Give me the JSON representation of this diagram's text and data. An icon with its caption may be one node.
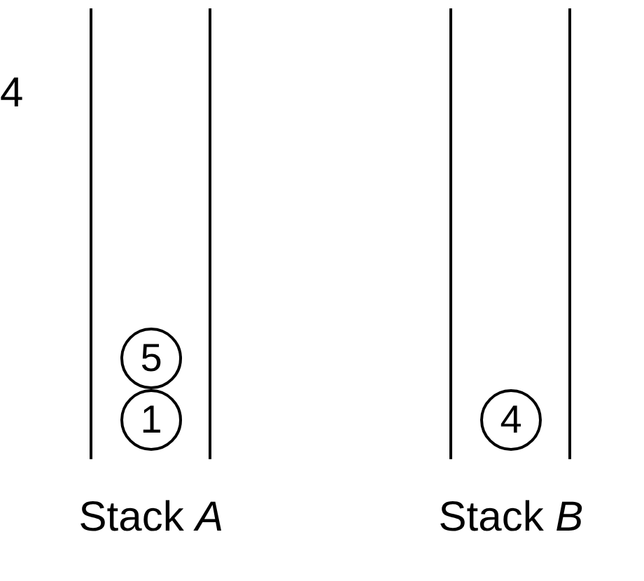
{
  "diagram": {
    "nodes": [
      {
        "text": [
          "Stack *A*"
        ]
      },
      {
        "text": [
          "5"
        ],
        "in": 0
      },
      {
        "text": [
          "1"
        ],
        "in": 0
      },
      {
        "text": [
          "Stack *B*"
        ]
      },
      {
        "text": [
          "4"
        ],
        "in": 3
      }
    ],
    "labels": [
      "4"
    ]
  }
}
